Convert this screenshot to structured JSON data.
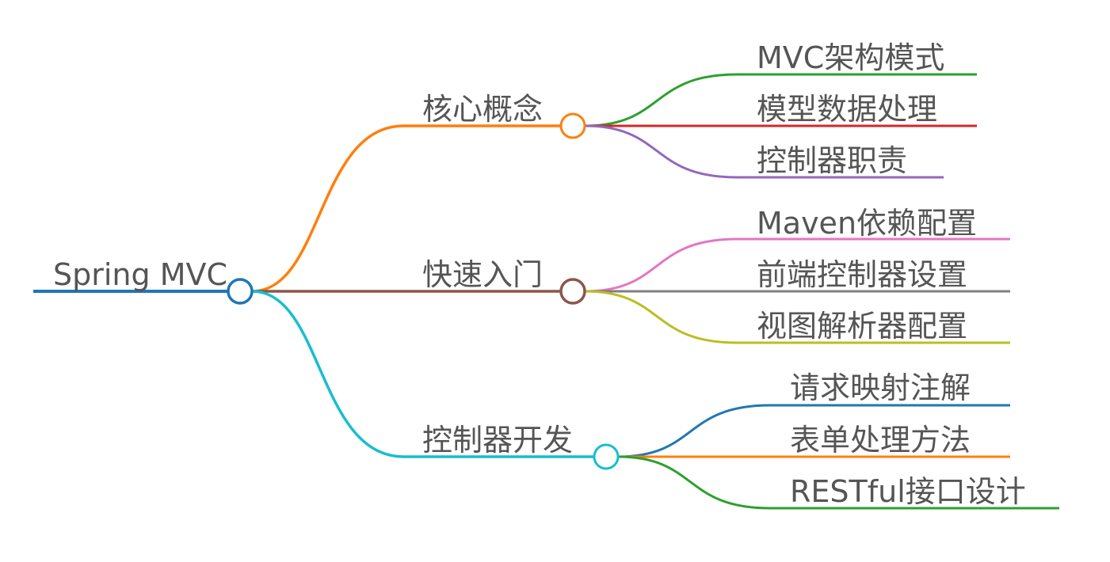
{
  "root": {
    "label": "Spring MVC",
    "color": "#1f77b4"
  },
  "branches": [
    {
      "label": "核心概念",
      "color": "#ff7f0e",
      "children": [
        {
          "label": "MVC架构模式",
          "color": "#2ca02c"
        },
        {
          "label": "模型数据处理",
          "color": "#d62728"
        },
        {
          "label": "控制器职责",
          "color": "#9467bd"
        }
      ]
    },
    {
      "label": "快速入门",
      "color": "#8c564b",
      "children": [
        {
          "label": "Maven依赖配置",
          "color": "#e377c2"
        },
        {
          "label": "前端控制器设置",
          "color": "#7f7f7f"
        },
        {
          "label": "视图解析器配置",
          "color": "#bcbd22"
        }
      ]
    },
    {
      "label": "控制器开发",
      "color": "#17becf",
      "children": [
        {
          "label": "请求映射注解",
          "color": "#1f77b4"
        },
        {
          "label": "表单处理方法",
          "color": "#ff7f0e"
        },
        {
          "label": "RESTful接口设计",
          "color": "#2ca02c"
        }
      ]
    }
  ]
}
